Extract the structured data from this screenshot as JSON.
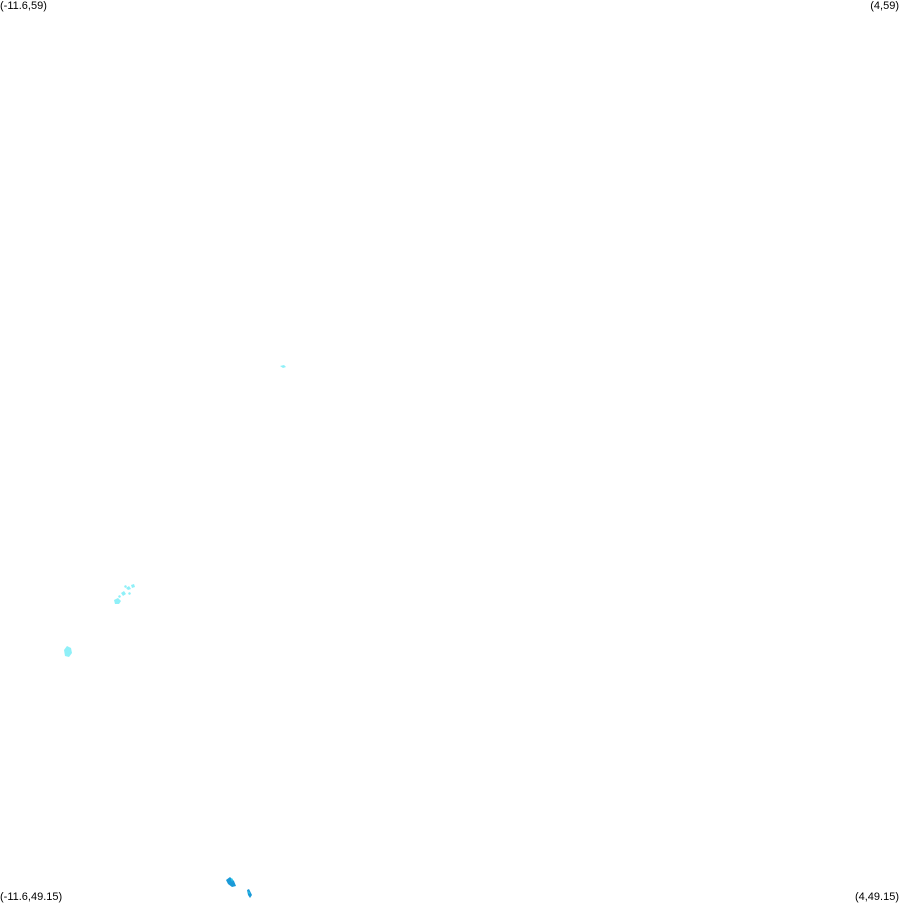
{
  "map": {
    "corners": {
      "top_left": "(-11.6,59)",
      "top_right": "(4,59)",
      "bottom_left": "(-11.6,49.15)",
      "bottom_right": "(4,49.15)"
    },
    "colors": {
      "light_cyan": "#8ff0f8",
      "mid_cyan": "#33d6ee",
      "blue": "#1a9ad8"
    }
  }
}
